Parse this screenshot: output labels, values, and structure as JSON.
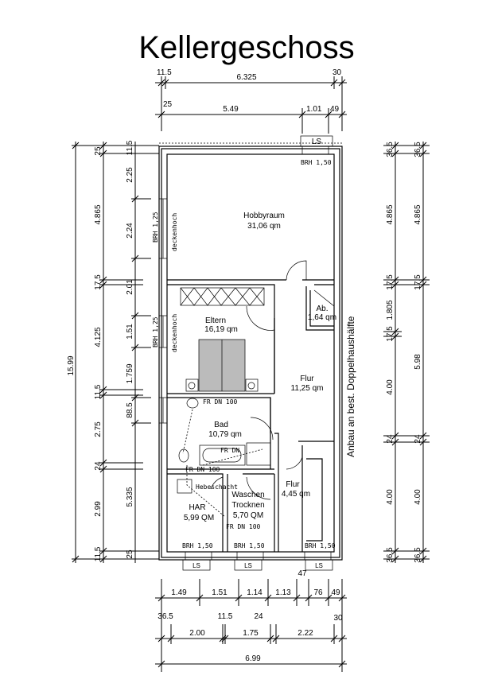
{
  "title": "Kellergeschoss",
  "side_label": "Anbau an best. Doppelhaushälfte",
  "rooms": {
    "hobby": {
      "name": "Hobbyraum",
      "area": "31,06 qm"
    },
    "eltern": {
      "name": "Eltern",
      "area": "16,19 qm"
    },
    "ab": {
      "name": "Ab.",
      "area": "1,64 qm"
    },
    "flur1": {
      "name": "Flur",
      "area": "11,25 qm"
    },
    "bad": {
      "name": "Bad",
      "area": "10,79 qm"
    },
    "flur2": {
      "name": "Flur",
      "area": "4,45 qm"
    },
    "waschen": {
      "name": "Waschen",
      "name2": "Trocknen",
      "area": "5,70 QM"
    },
    "har": {
      "name": "HAR",
      "area": "5,99 QM"
    }
  },
  "annotations": {
    "brh_150": "BRH 1,50",
    "brh_125": "BRH 1,25",
    "deckenhoch": "deckenhoch",
    "ls": "LS",
    "fr_dn_100": "FR DN 100",
    "fr_dn": "FR DN",
    "hebeschacht": "Hebeschacht"
  },
  "dims_top": {
    "row1": [
      "11.5",
      "6.325",
      "30"
    ],
    "row2": [
      "25",
      "5.49",
      "1.01",
      "49"
    ]
  },
  "dims_left": {
    "outer": [
      "15.99"
    ],
    "mid": [
      "25",
      "4.865",
      "17.5",
      "4.125",
      "11.5",
      "2.75",
      "24",
      "2.99",
      "11.5"
    ],
    "inner": [
      "11.5",
      "2.25",
      "2.24",
      "2.01",
      "1.51",
      "1.759",
      "88.5",
      "5.335",
      "25"
    ]
  },
  "dims_right": {
    "col1": [
      "36.5",
      "4.865",
      "17.5",
      "1.805",
      "17.5",
      "4.00",
      "24",
      "4.00",
      "36.5"
    ],
    "col2": [
      "36.5",
      "4.865",
      "17.5",
      "5.98",
      "24",
      "4.00",
      "36.5"
    ]
  },
  "dims_bottom": {
    "row1": [
      "1.49",
      "1.51",
      "1.14",
      "1.13",
      "47",
      "76",
      "49"
    ],
    "row2_top": [
      "36.5",
      "11.5",
      "24",
      "30"
    ],
    "row2": [
      "2.00",
      "1.75",
      "2.22"
    ],
    "row3": [
      "6.99"
    ]
  }
}
